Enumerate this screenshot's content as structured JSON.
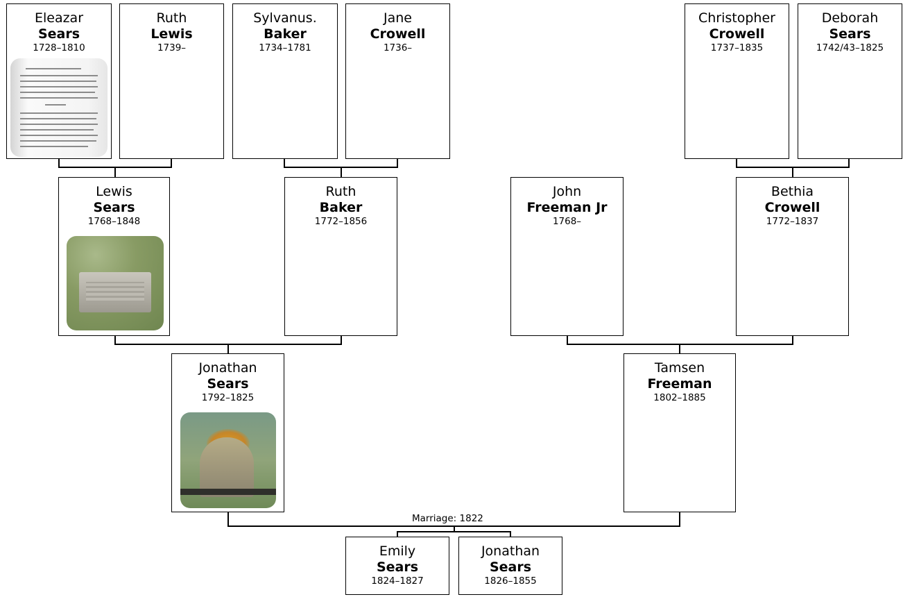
{
  "people": [
    {
      "key": "eleazar",
      "given": "Eleazar",
      "surname": "Sears",
      "years": "1728–1810"
    },
    {
      "key": "ruth-lewis",
      "given": "Ruth",
      "surname": "Lewis",
      "years": "1739–"
    },
    {
      "key": "sylvanus",
      "given": "Sylvanus.",
      "surname": "Baker",
      "years": "1734–1781"
    },
    {
      "key": "jane",
      "given": "Jane",
      "surname": "Crowell",
      "years": "1736–"
    },
    {
      "key": "christopher",
      "given": "Christopher",
      "surname": "Crowell",
      "years": "1737–1835"
    },
    {
      "key": "deborah",
      "given": "Deborah",
      "surname": "Sears",
      "years": "1742/43–1825"
    },
    {
      "key": "lewis",
      "given": "Lewis",
      "surname": "Sears",
      "years": "1768–1848"
    },
    {
      "key": "ruth-baker",
      "given": "Ruth",
      "surname": "Baker",
      "years": "1772–1856"
    },
    {
      "key": "john",
      "given": "John",
      "surname": "Freeman Jr",
      "years": "1768–"
    },
    {
      "key": "bethia",
      "given": "Bethia",
      "surname": "Crowell",
      "years": "1772–1837"
    },
    {
      "key": "jonathan",
      "given": "Jonathan",
      "surname": "Sears",
      "years": "1792–1825"
    },
    {
      "key": "tamsen",
      "given": "Tamsen",
      "surname": "Freeman",
      "years": "1802–1885"
    },
    {
      "key": "emily",
      "given": "Emily",
      "surname": "Sears",
      "years": "1824–1827"
    },
    {
      "key": "jonathan-jr",
      "given": "Jonathan",
      "surname": "Sears",
      "years": "1826–1855"
    }
  ],
  "marriage_label": "Marriage: 1822"
}
